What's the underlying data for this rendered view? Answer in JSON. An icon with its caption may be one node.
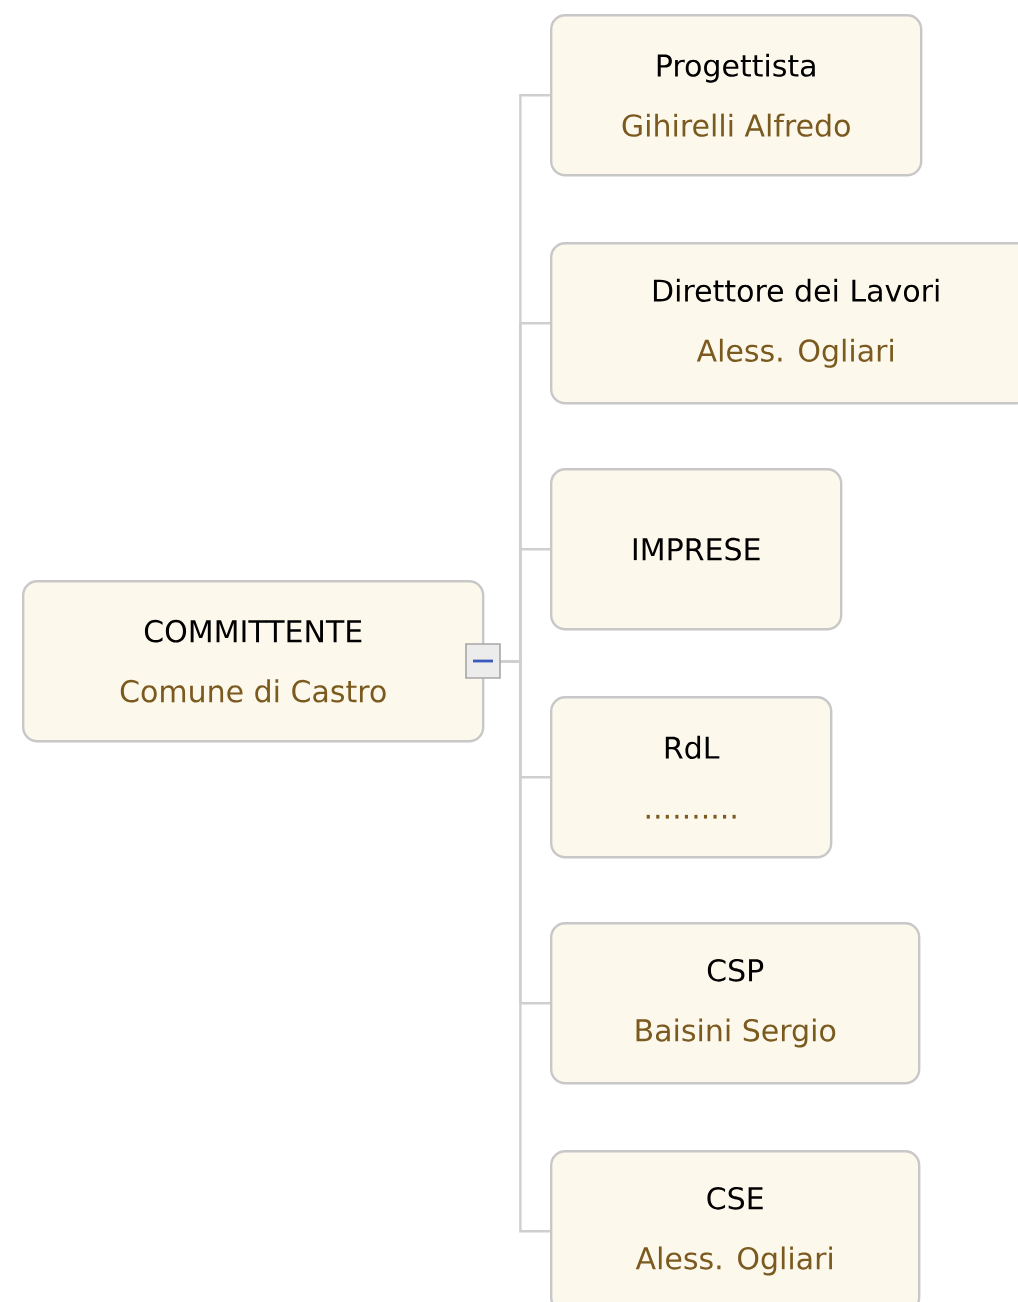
{
  "diagram": {
    "nodes": [
      {
        "text": [
          "COMMITTENTE",
          "Comune di Castro"
        ]
      },
      {
        "text": [
          "Progettista",
          "Gihirelli Alfredo"
        ]
      },
      {
        "text": [
          "Direttore dei Lavori",
          "Aless. Ogliari"
        ]
      },
      {
        "text": [
          "IMPRESE"
        ]
      },
      {
        "text": [
          "RdL",
          ".........."
        ]
      },
      {
        "text": [
          "CSP",
          "Baisini Sergio"
        ]
      },
      {
        "text": [
          "CSE",
          "Aless. Ogliari"
        ]
      }
    ],
    "edges": [
      {
        "from": 0,
        "to": 1,
        "arrow": "none"
      },
      {
        "from": 0,
        "to": 2,
        "arrow": "none"
      },
      {
        "from": 0,
        "to": 3,
        "arrow": "none"
      },
      {
        "from": 0,
        "to": 4,
        "arrow": "none"
      },
      {
        "from": 0,
        "to": 5,
        "arrow": "none"
      },
      {
        "from": 0,
        "to": 6,
        "arrow": "none"
      }
    ]
  }
}
